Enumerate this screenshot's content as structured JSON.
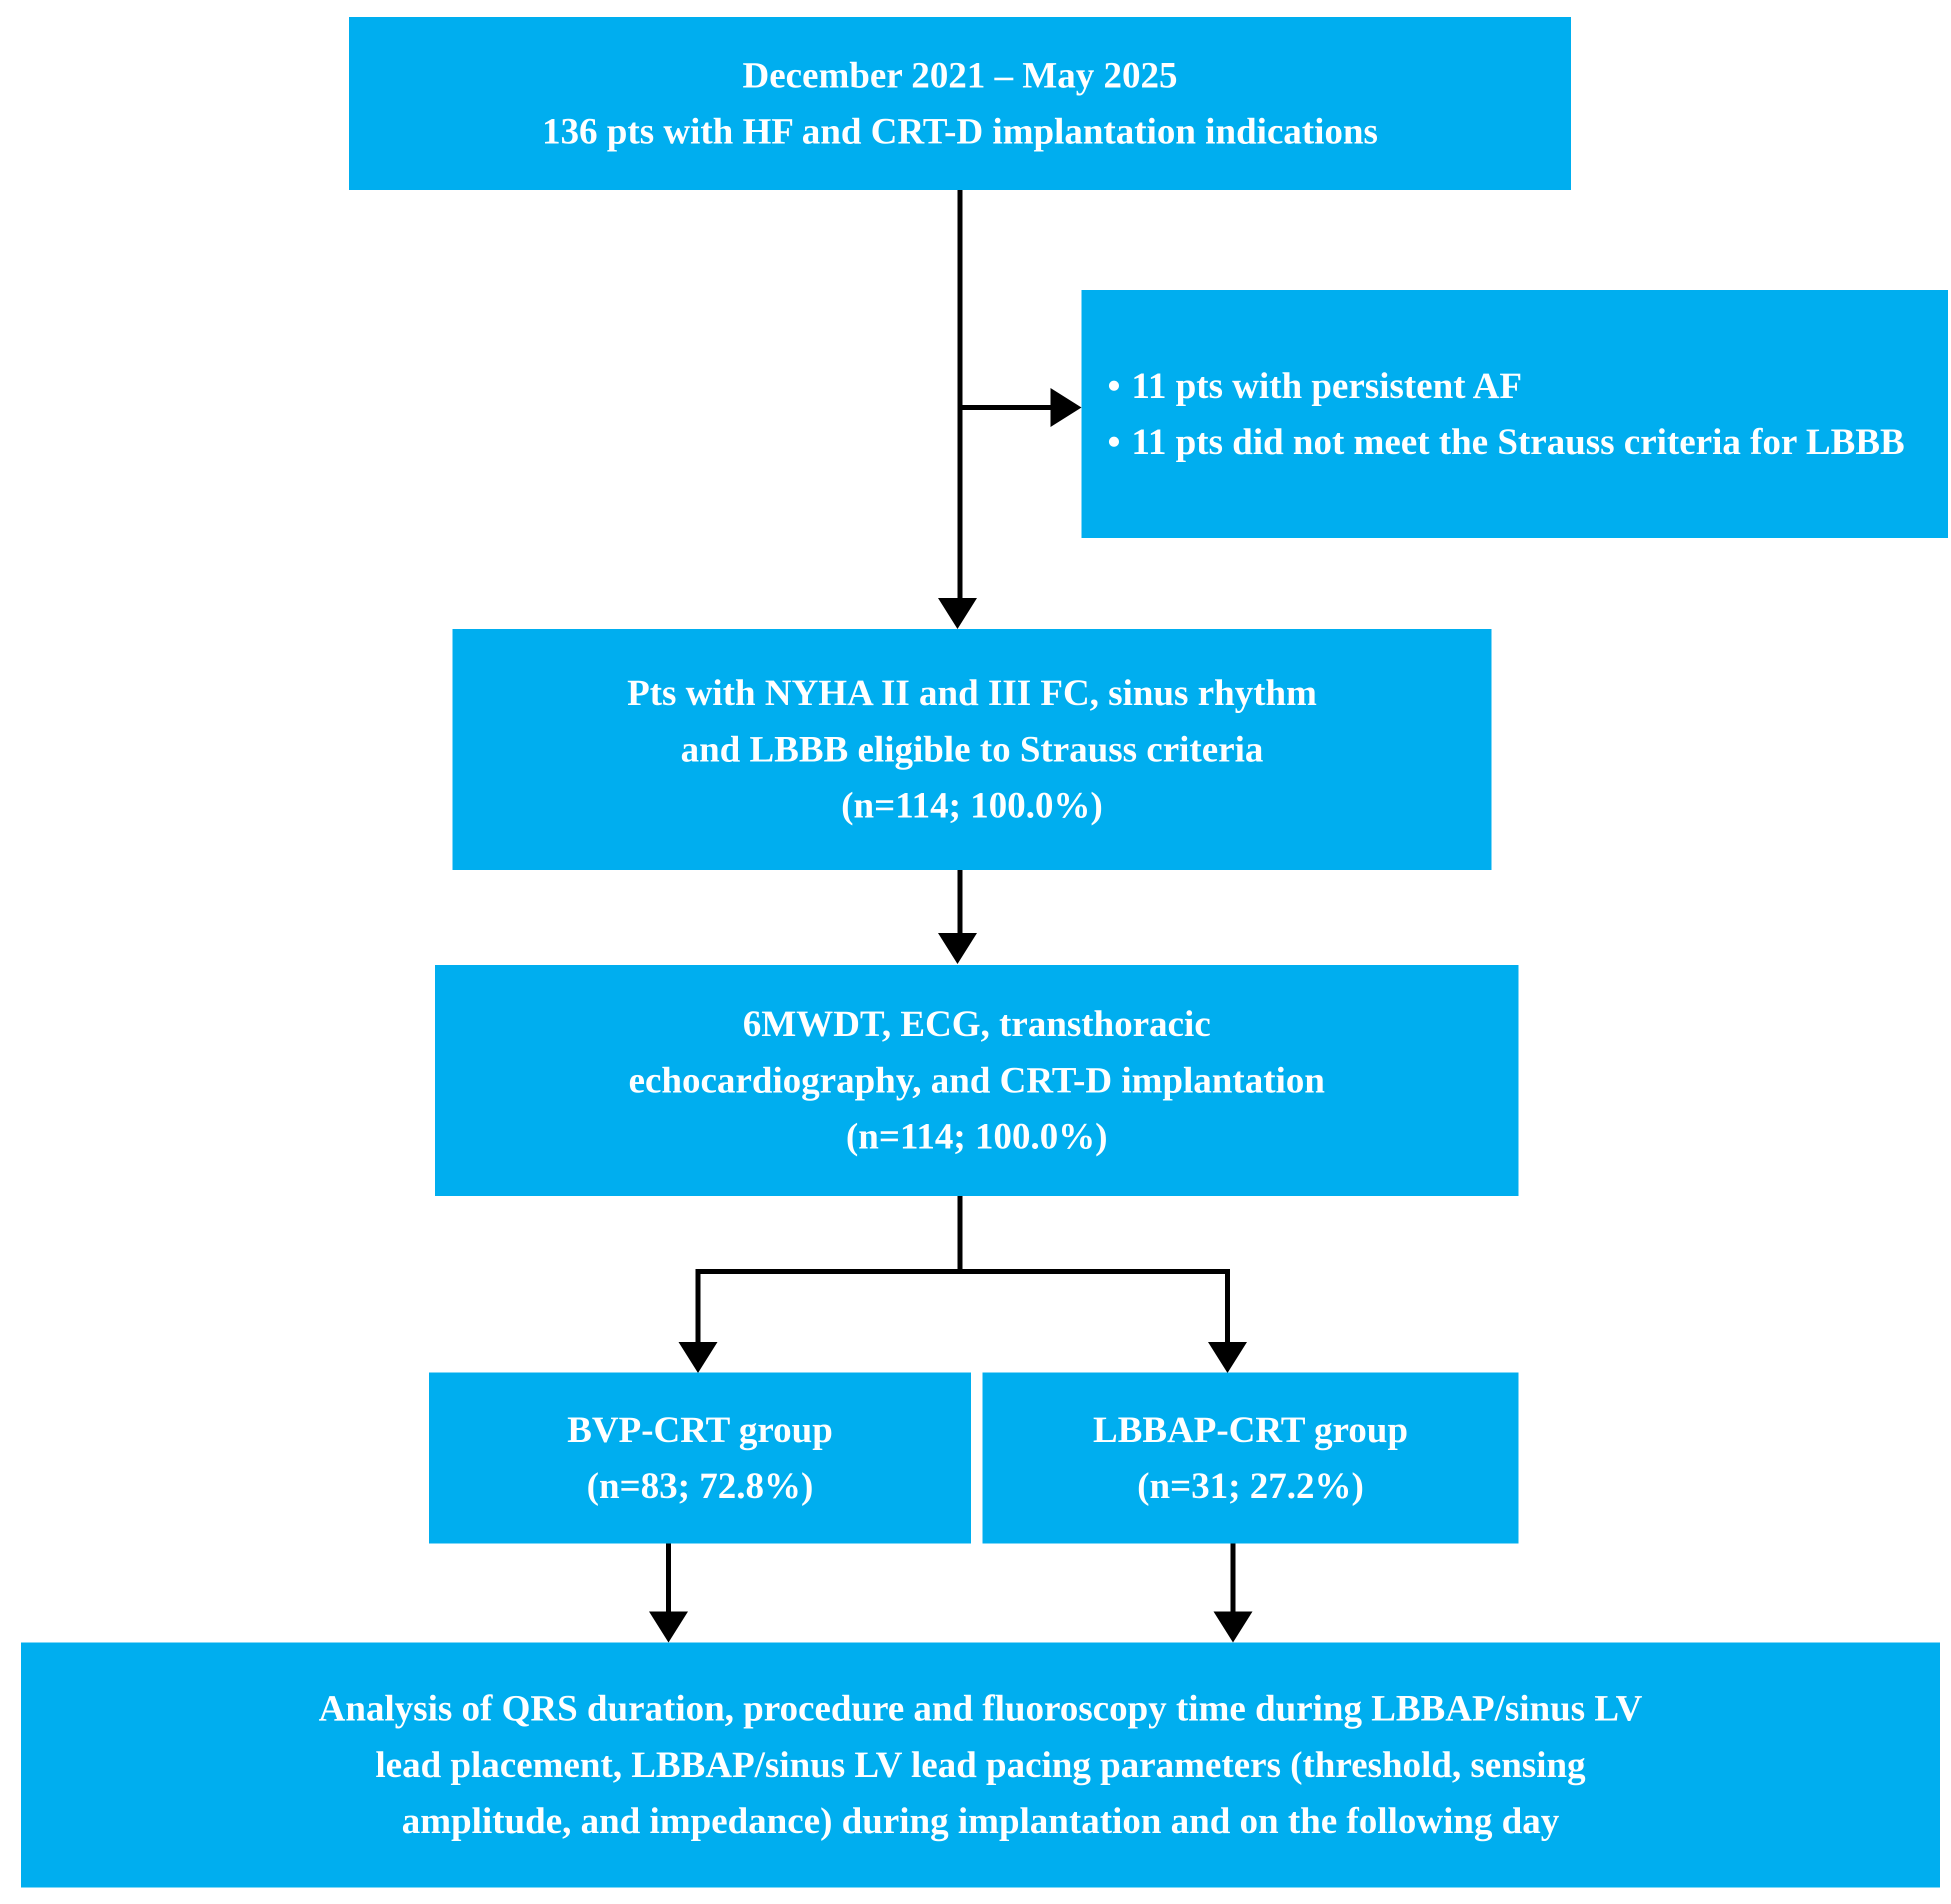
{
  "colors": {
    "accent": "#00AEEF",
    "text_on_accent": "#FFFFFF",
    "connector": "#000000",
    "background": "#FFFFFF"
  },
  "diagram": {
    "type": "flowchart",
    "title": "CRT-D study patient flow diagram",
    "nodes": {
      "enrollment": {
        "name": "enrollment",
        "lines": [
          "December 2021 – May 2025",
          "136 pts with HF and CRT-D implantation indications"
        ]
      },
      "exclusions": {
        "name": "exclusions",
        "bullet": "•",
        "items": [
          "11 pts with persistent AF",
          "11 pts did not meet the Strauss criteria for LBBB"
        ]
      },
      "eligible": {
        "name": "eligible-cohort",
        "lines": [
          "Pts with NYHA II and III FC, sinus rhythm",
          "and LBBB eligible to Strauss criteria",
          "(n=114; 100.0%)"
        ]
      },
      "workup": {
        "name": "workup-and-implantation",
        "lines": [
          "6MWDT, ECG, transthoracic",
          "echocardiography, and CRT-D implantation",
          "(n=114; 100.0%)"
        ]
      },
      "group_bvp": {
        "name": "bvp-crt-group",
        "lines": [
          "BVP-CRT group",
          "(n=83; 72.8%)"
        ]
      },
      "group_lbbap": {
        "name": "lbbap-crt-group",
        "lines": [
          "LBBAP-CRT group",
          "(n=31; 27.2%)"
        ]
      },
      "analysis": {
        "name": "analysis-outcomes",
        "lines": [
          "Analysis of QRS duration, procedure and fluoroscopy time during LBBAP/sinus LV",
          "lead placement, LBBAP/sinus LV lead pacing parameters (threshold, sensing",
          "amplitude, and impedance) during implantation and on the following day"
        ]
      }
    }
  }
}
